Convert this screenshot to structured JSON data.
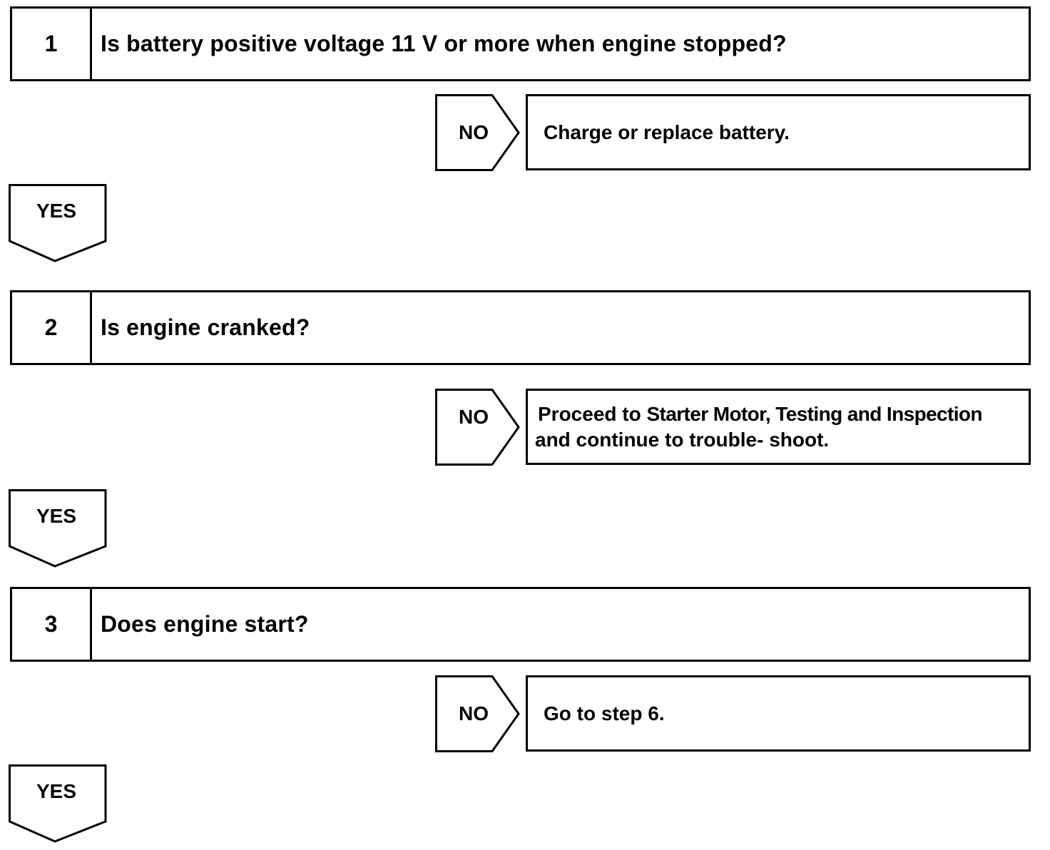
{
  "steps": [
    {
      "number": "1",
      "question": "Is battery positive voltage 11 V or more when engine stopped?",
      "no_label": "NO",
      "no_action": [
        "Charge or replace battery."
      ],
      "yes_label": "YES"
    },
    {
      "number": "2",
      "question": "Is engine cranked?",
      "no_label": "NO",
      "no_action": [
        "Proceed to",
        "Starter Motor, Testing and Inspection",
        "and continue to trouble- shoot."
      ],
      "yes_label": "YES"
    },
    {
      "number": "3",
      "question": "Does engine start?",
      "no_label": "NO",
      "no_action": [
        "Go to step 6."
      ],
      "yes_label": "YES"
    }
  ]
}
